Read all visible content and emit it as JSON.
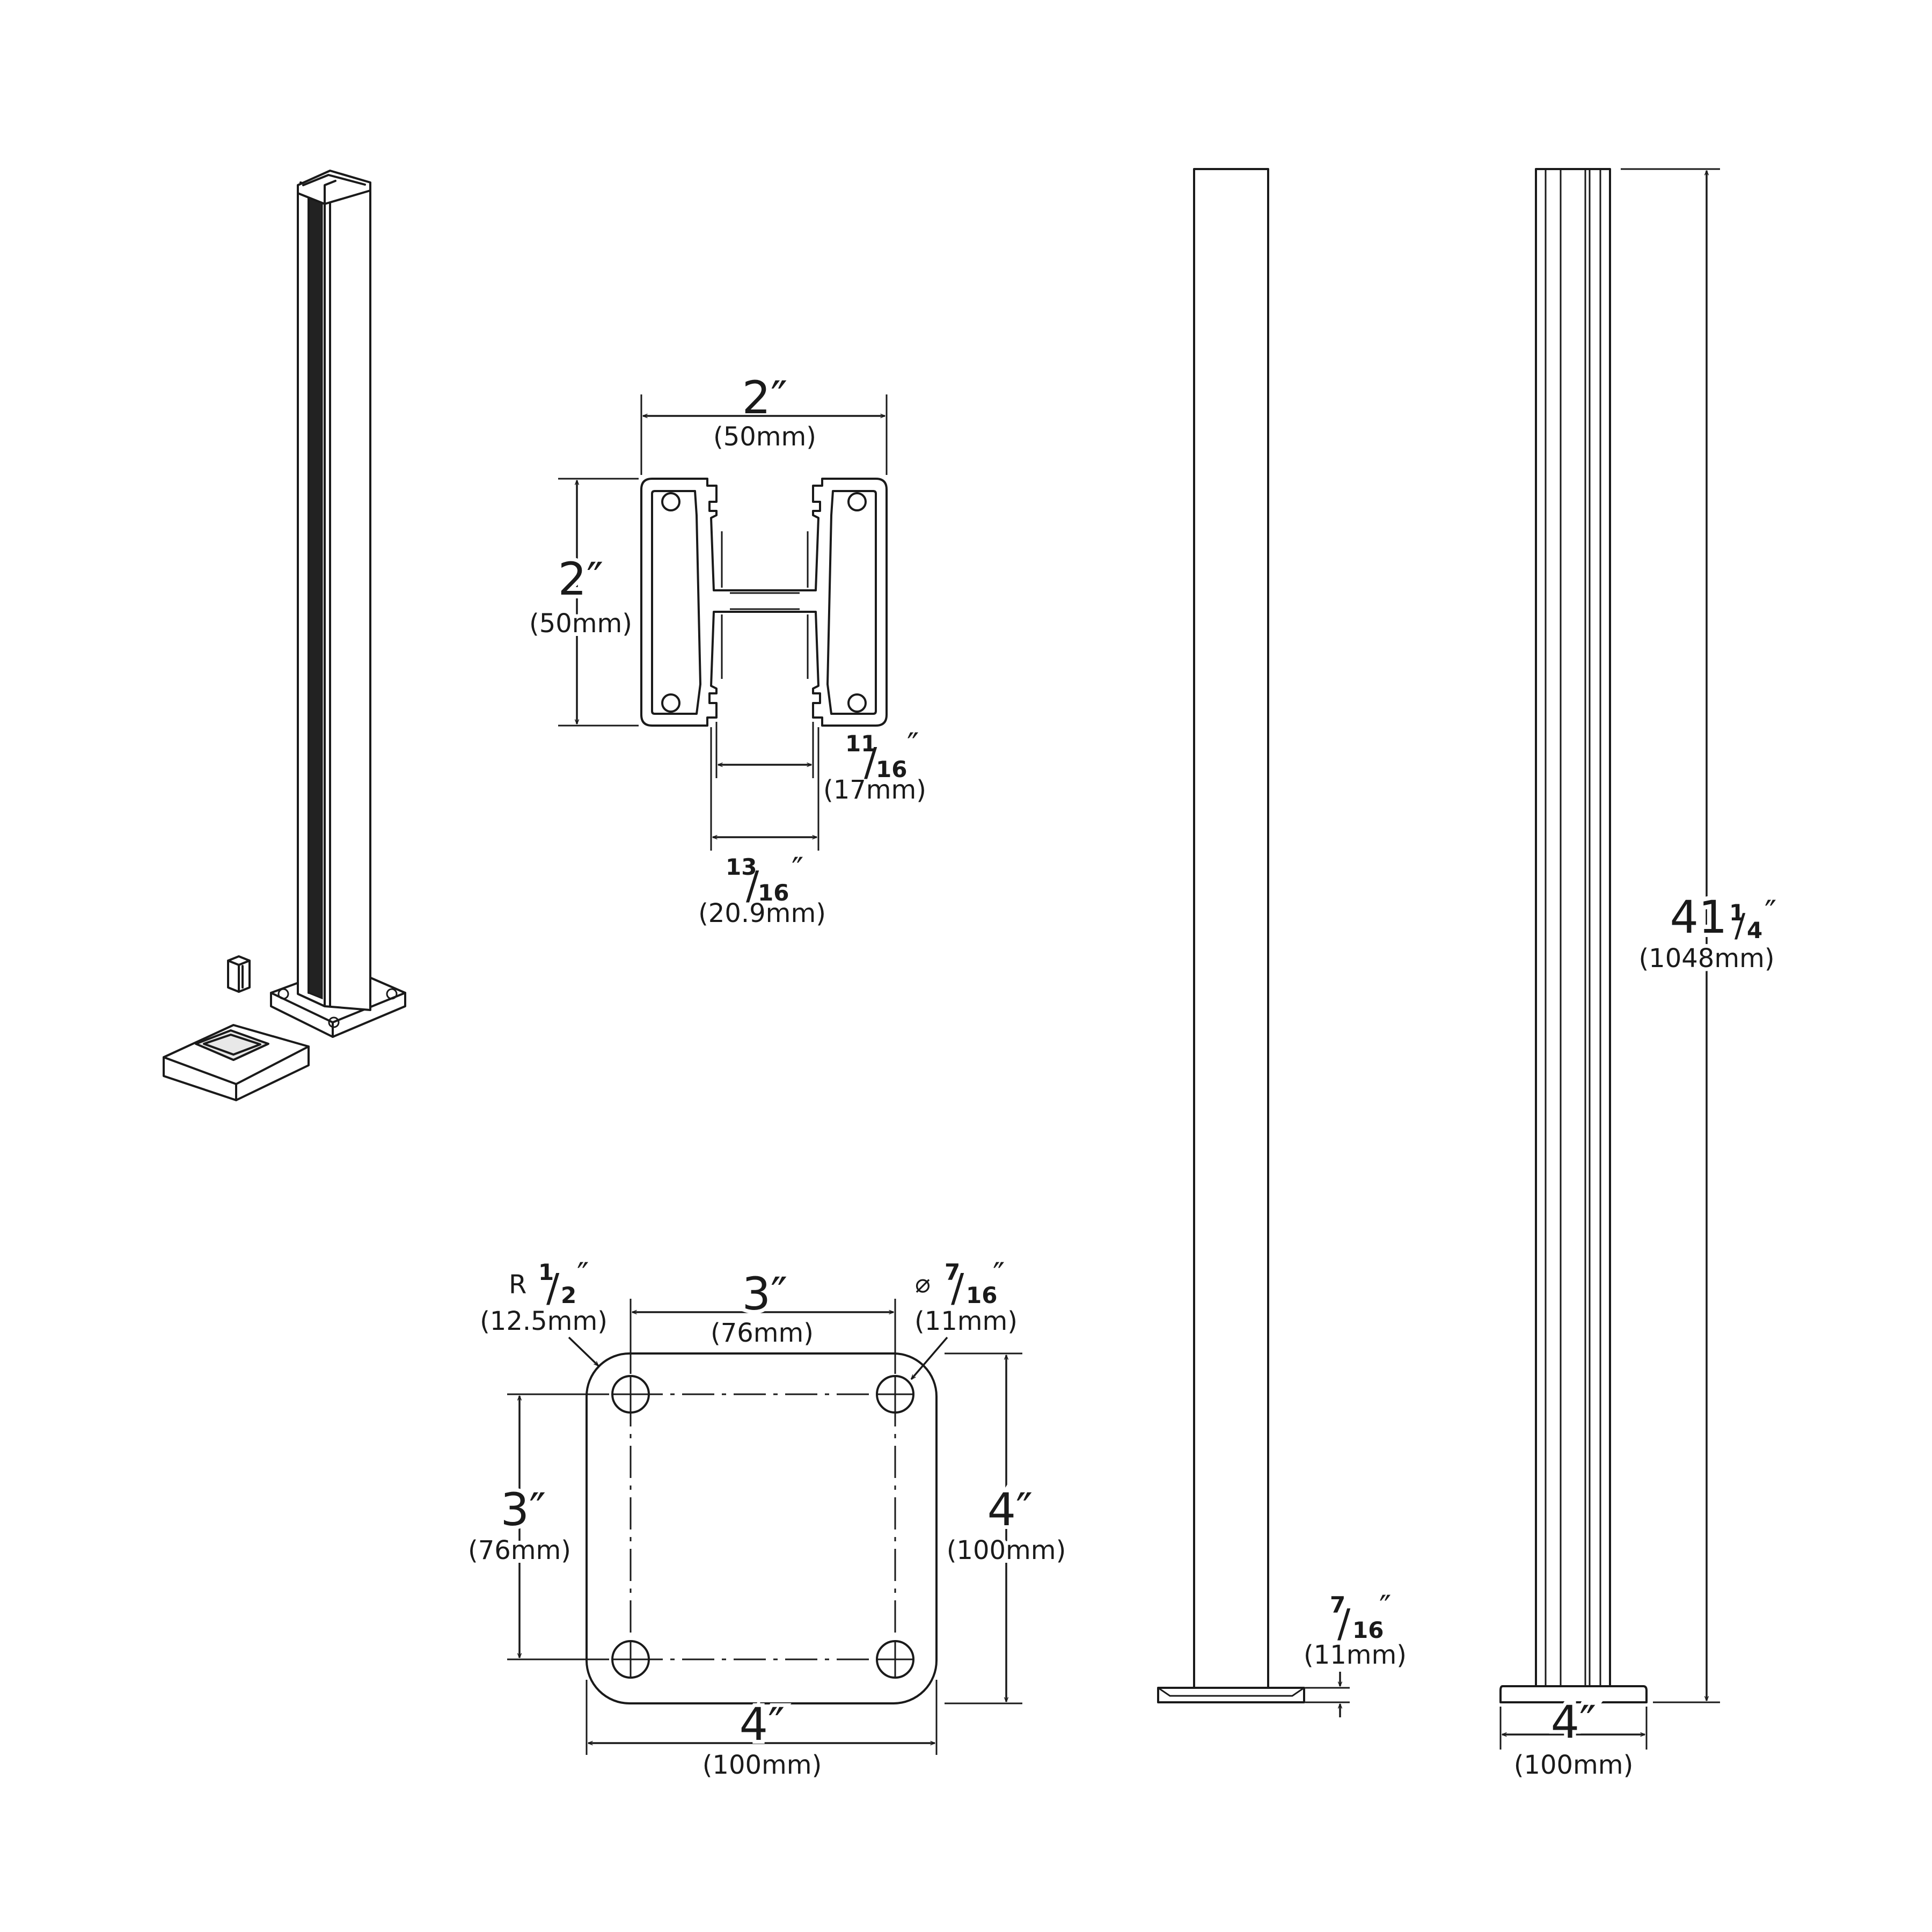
{
  "profile": {
    "width_in": "2″",
    "width_mm": "(50mm)",
    "height_in": "2″",
    "height_mm": "(50mm)",
    "slot_inner_num": "11",
    "slot_inner_den": "16",
    "slot_inner_mm": "(17mm)",
    "slot_outer_num": "13",
    "slot_outer_den": "16",
    "slot_outer_mm": "(20.9mm)"
  },
  "base_plate": {
    "radius_prefix": "R",
    "radius_num": "1",
    "radius_den": "2",
    "radius_mm": "(12.5mm)",
    "hole_symbol": "⌀",
    "hole_num": "7",
    "hole_den": "16",
    "hole_mm": "(11mm)",
    "bolt_spacing_x_in": "3″",
    "bolt_spacing_x_mm": "(76mm)",
    "bolt_spacing_y_in": "3″",
    "bolt_spacing_y_mm": "(76mm)",
    "plate_height_in": "4″",
    "plate_height_mm": "(100mm)",
    "plate_width_in": "4″",
    "plate_width_mm": "(100mm)"
  },
  "side_view": {
    "plate_thickness_num": "7",
    "plate_thickness_den": "16",
    "plate_thickness_mm": "(11mm)"
  },
  "front_view": {
    "post_height_whole": "41",
    "post_height_num": "1",
    "post_height_den": "4",
    "post_height_mm": "(1048mm)",
    "base_width_in": "4″",
    "base_width_mm": "(100mm)"
  }
}
